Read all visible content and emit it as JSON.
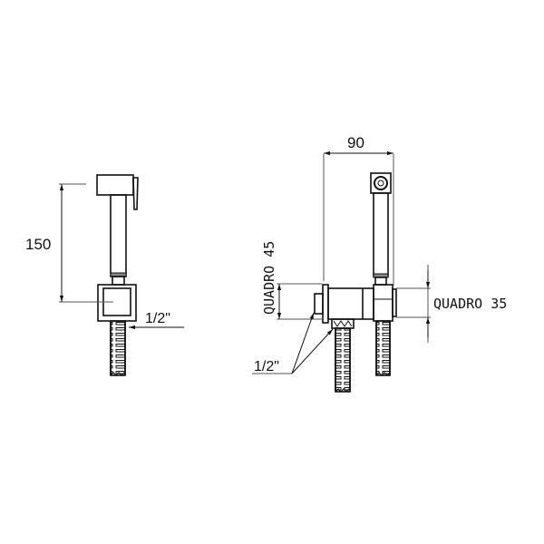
{
  "drawing": {
    "left_view": {
      "height_dim": "150",
      "connection_label": "1/2\""
    },
    "right_view": {
      "width_dim": "90",
      "quadro_vertical_label": "QUADRO 45",
      "quadro_horizontal_label": "QUADRO 35",
      "connection_label": "1/2\""
    },
    "colors": {
      "line": "#111111",
      "dimension_line": "#555555",
      "background": "#ffffff"
    }
  }
}
